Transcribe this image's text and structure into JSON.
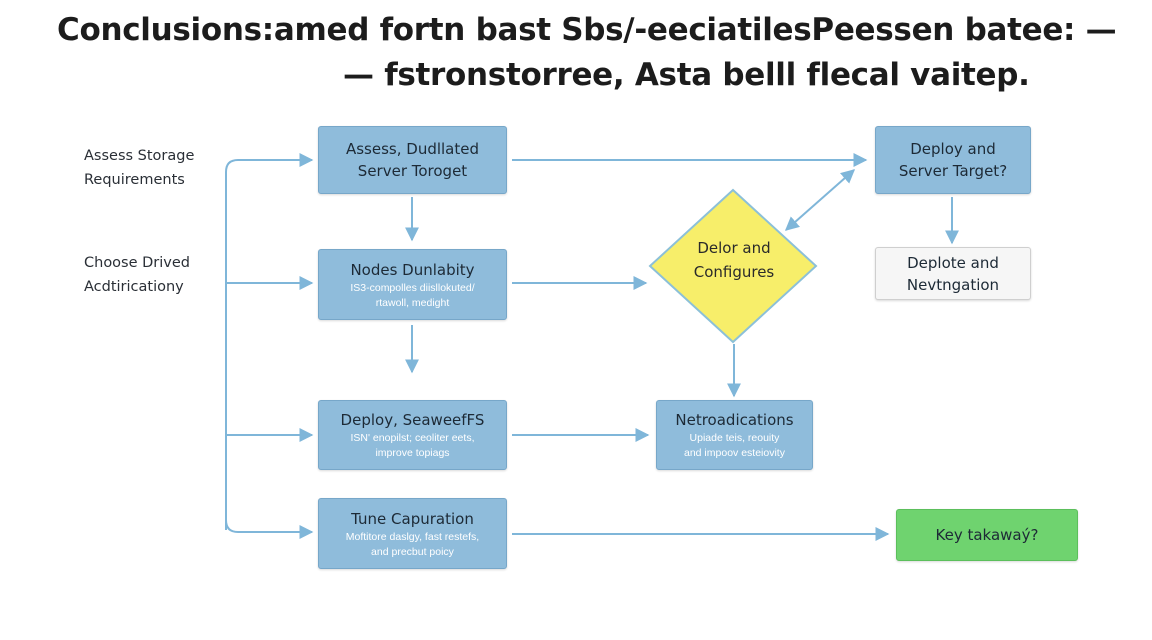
{
  "title": {
    "line1": "Conclusions:amed fortn bast Sbs/-eeciatilesPeessen batee: —",
    "line2": "— fstronstorree, Asta belll flecal vaitep."
  },
  "side_labels": [
    {
      "lines": [
        "Assess Storage",
        "Requirements"
      ]
    },
    {
      "lines": [
        "Choose Drived",
        "Acdtiricationy"
      ]
    }
  ],
  "nodes": {
    "assess": {
      "lines": [
        "Assess, Dudllated",
        "Server Toroget"
      ]
    },
    "nodes_durability": {
      "title": "Nodes Dunlabity",
      "sub": [
        "IS3-compolles diisllokuted/",
        "rtawoll, medight"
      ]
    },
    "deploy_seaweed": {
      "title": "Deploy, SeaweefFS",
      "sub": [
        "ISN' enopilst; ceoliter eets,",
        "improve topiags"
      ]
    },
    "tune": {
      "title": "Tune Capuration",
      "sub": [
        "Moftitore daslgy, fast restefs,",
        "and precbut poicy"
      ]
    },
    "decision": {
      "lines": [
        "Delor and",
        "Configures"
      ]
    },
    "notifications": {
      "title": "Netroadications",
      "sub": [
        "Upiade teis, reouity",
        "and impoov esteiovity"
      ]
    },
    "deploy_server": {
      "lines": [
        "Deploy and",
        "Server Target?"
      ]
    },
    "deplote": {
      "lines": [
        "Deplote and",
        "Nevtngation"
      ]
    },
    "takeaway": {
      "lines": [
        "Key takawaý?"
      ]
    }
  },
  "colors": {
    "box_blue": "#8fbcdb",
    "arrow": "#7fb6d9",
    "diamond_fill": "#f7ee6a",
    "diamond_stroke": "#8cc0d8",
    "takeaway_green": "#6fd36f"
  }
}
